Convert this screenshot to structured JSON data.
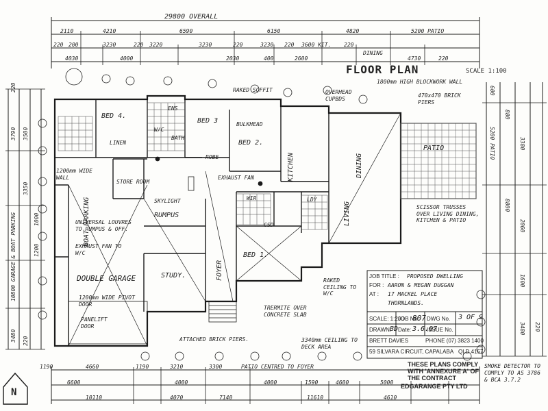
{
  "drawing": {
    "title": "FLOOR PLAN",
    "scale": "SCALE 1:100",
    "overall": "29800 OVERALL",
    "ink_color": "#1a1a1a",
    "paper_color": "#fdfdfb"
  },
  "top_dims_row1": [
    "2110",
    "4210",
    "6590",
    "6150",
    "4820",
    "5200 PATIO"
  ],
  "top_dims_row2": [
    "220",
    "200",
    "3230",
    "220",
    "3220",
    "3230",
    "220",
    "3230",
    "220",
    "3600 KIT.",
    "220",
    "DINING"
  ],
  "top_dims_row3": [
    "4030",
    "4000",
    "2030",
    "400",
    "2600",
    "4730",
    "220"
  ],
  "bottom_dims_row1": [
    "1190",
    "4660",
    "3210",
    "3300",
    "PATIO CENTRED TO FOYER",
    "1190"
  ],
  "bottom_dims_row2": [
    "6600",
    "4000",
    "4000",
    "4600",
    "5000",
    "1590"
  ],
  "bottom_dims_row3": [
    "10110",
    "4070",
    "7140",
    "11610",
    "4610"
  ],
  "left_dims": [
    "3790",
    "220",
    "3500",
    "3350",
    "10800 GARAGE & BOAT PARKING",
    "1000",
    "1200",
    "3480",
    "220"
  ],
  "right_dims": [
    "600",
    "5200 PATIO",
    "880",
    "3380",
    "8800",
    "2060",
    "1600",
    "3480",
    "220"
  ],
  "rooms": {
    "bed4": "BED 4.",
    "bed3": "BED 3",
    "bed2": "BED 2.",
    "bed1": "BED 1.",
    "kitchen": "KITCHEN",
    "living": "LIVING",
    "dining": "DINING",
    "patio": "PATIO",
    "store": "STORE ROOM",
    "rumpus": "RUMPUS",
    "study": "STUDY.",
    "foyer": "FOYER",
    "boat": "BOAT PARKING",
    "garage": "DOUBLE GARAGE",
    "bath": "BATH",
    "ens": "ENS",
    "wc": "W/C",
    "ldy": "LDY",
    "wir": "WIR",
    "robe": "ROBE"
  },
  "notes": {
    "blockwork": "1800mm HIGH BLOCKWORK WALL",
    "overhead": "OVERHEAD CUPBDS",
    "brick_piers": "470x470 BRICK PIERS",
    "skylight": "SKYLIGHT",
    "exhaust_fan": "EXHAUST FAN",
    "raked_soffit": "RAKED SOFFIT",
    "bulkhead": "BULKHEAD",
    "linen": "LINEN",
    "wide_wall": "1200mm WIDE WALL",
    "universal": "UNIVERSAL LOUVRES TO RUMPUS & OFF.",
    "exhaust_wc": "EXHAUST FAN TO W/C",
    "pivot": "1200mm WIDE PIVOT DOOR",
    "panel_door": "PANELIFT DOOR",
    "scissor": "SCISSOR TRUSSES OVER LIVING DINING, KITCHEN & PATIO",
    "raked_ceiling": "RAKED CEILING TO W/C",
    "concrete": "TRERMITE OVER CONCRETE SLAB",
    "attached": "ATTACHED BRICK PIERS.",
    "ceiling_deck": "3340mm CEILING TO DECK AREA",
    "smoke": "SMOKE DETECTOR TO COMPLY TO AS 3786 & BCA 3.7.2",
    "csd": "CSD"
  },
  "title_block": {
    "job_title_label": "JOB TITLE :",
    "job_title": "PROPOSED DWELLING",
    "for_label": "FOR :",
    "for": "AARON & MEGAN DUGGAN",
    "at_label": "AT :",
    "at_line1": "17 MACKEL PLACE",
    "at_line2": "THORNLANDS.",
    "scale_label": "SCALE: 1:200",
    "job_no_label": "JOB No.",
    "job_no": "807",
    "dwg_no_label": "DWG No.",
    "dwg_no": "3 OF 9",
    "drawn_label": "DRAWN:",
    "drawn": "BD",
    "date_label": "Date:",
    "date": "3.6.07",
    "issue_label": "ISSUE No.",
    "designer": "BRETT DAVIES",
    "phone": "PHONE (07) 3823 1400",
    "address": "59 SILVARA CIRCUIT, CAPALABA",
    "state": "QLD 4157"
  },
  "stamp": {
    "line1": "THESE PLANS COMPLY",
    "line2": "WITH 'ANNEXURE A' OF",
    "line3": "THE CONTRACT",
    "line4": "EDGARANGE PTY LTD"
  },
  "north": "N"
}
